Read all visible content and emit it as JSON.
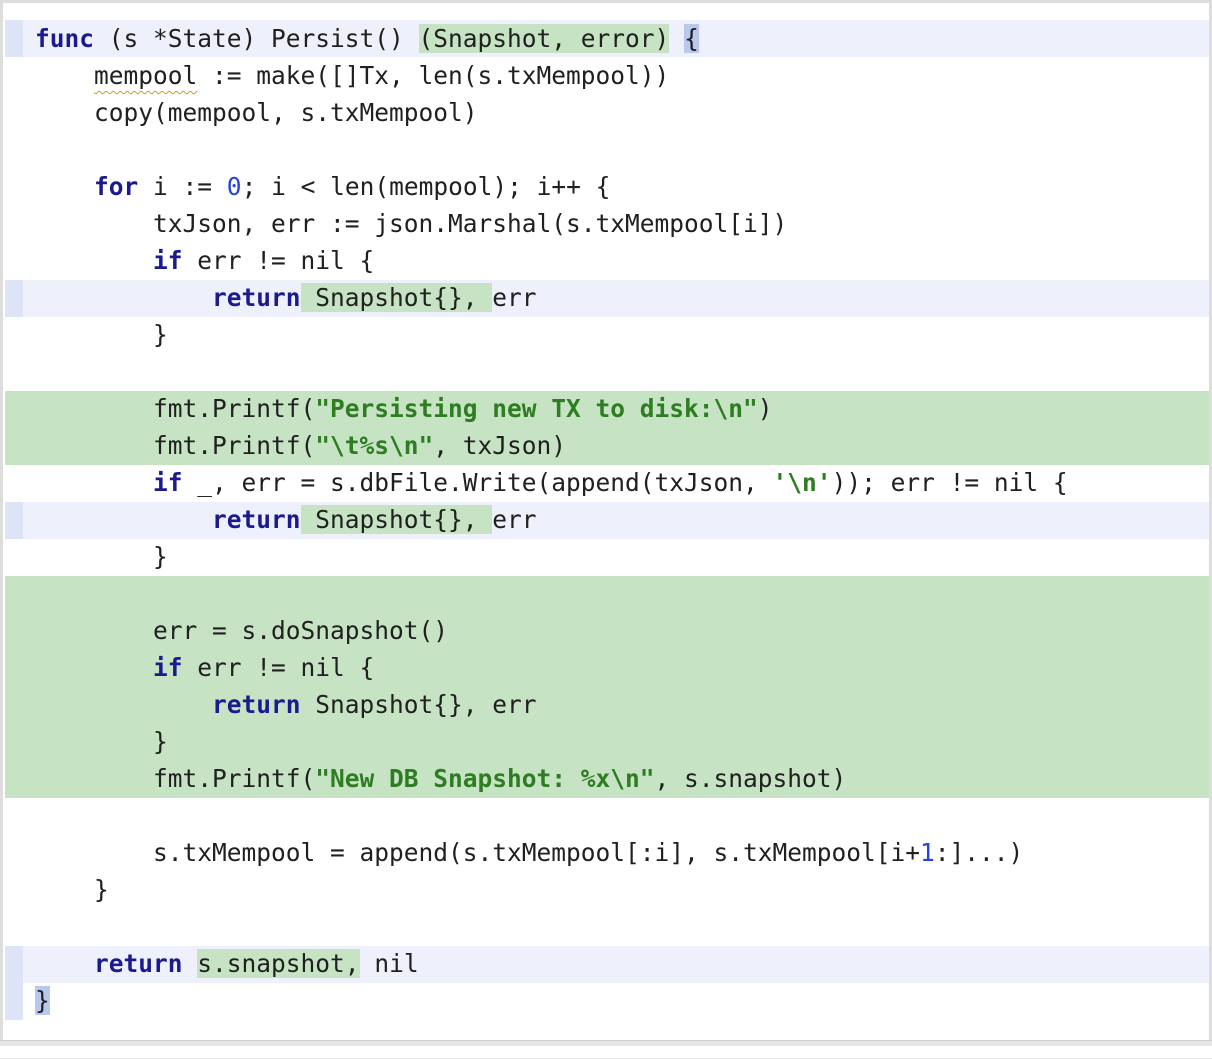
{
  "code": {
    "l1": {
      "a": "func",
      "b": " (s *State) Persist() ",
      "c": "(Snapshot, error)",
      "d": " ",
      "e": "{"
    },
    "l2": {
      "a": "    ",
      "b": "mempool",
      "c": " := make([]Tx, len(s.txMempool))"
    },
    "l3": {
      "a": "    copy(mempool, s.txMempool)"
    },
    "l5": {
      "a": "    ",
      "b": "for",
      "c": " i := ",
      "d": "0",
      "e": "; i < len(mempool); i++ {"
    },
    "l6": {
      "a": "        txJson, err := json.Marshal(s.txMempool[i])"
    },
    "l7": {
      "a": "        ",
      "b": "if",
      "c": " err != nil {"
    },
    "l8": {
      "a": "            ",
      "b": "return",
      "c": " Snapshot{}, ",
      "d": "err"
    },
    "l9": {
      "a": "        }"
    },
    "l11": {
      "a": "        fmt.Printf(",
      "b": "\"Persisting new TX to disk:\\n\"",
      "c": ")"
    },
    "l12": {
      "a": "        fmt.Printf(",
      "b": "\"\\t%s\\n\"",
      "c": ", txJson)"
    },
    "l13": {
      "a": "        ",
      "b": "if",
      "c": " _, err = s.dbFile.Write(append(txJson, ",
      "d": "'\\n'",
      "e": ")); err != nil {"
    },
    "l14": {
      "a": "            ",
      "b": "return",
      "c": " Snapshot{}, ",
      "d": "err"
    },
    "l15": {
      "a": "        }"
    },
    "l17": {
      "a": "        err = s.doSnapshot()"
    },
    "l18": {
      "a": "        ",
      "b": "if",
      "c": " err != nil {"
    },
    "l19": {
      "a": "            ",
      "b": "return",
      "c": " Snapshot{}, err"
    },
    "l20": {
      "a": "        }"
    },
    "l21": {
      "a": "        fmt.Printf(",
      "b": "\"New DB Snapshot: %x\\n\"",
      "c": ", s.snapshot)"
    },
    "l23": {
      "a": "        s.txMempool = append(s.txMempool[:i], s.txMempool[i+",
      "b": "1",
      "c": ":]...)"
    },
    "l24": {
      "a": "    }"
    },
    "l26": {
      "a": "    ",
      "b": "return",
      "c": " ",
      "d": "s.snapshot,",
      "e": " nil"
    },
    "l27": {
      "a": "}"
    }
  },
  "colors": {
    "keyword": "#1b1b8f",
    "string": "#2e7d22",
    "number": "#2244dd",
    "changed_background": "#c6e3c4",
    "current_line_background": "#eef1fb"
  }
}
